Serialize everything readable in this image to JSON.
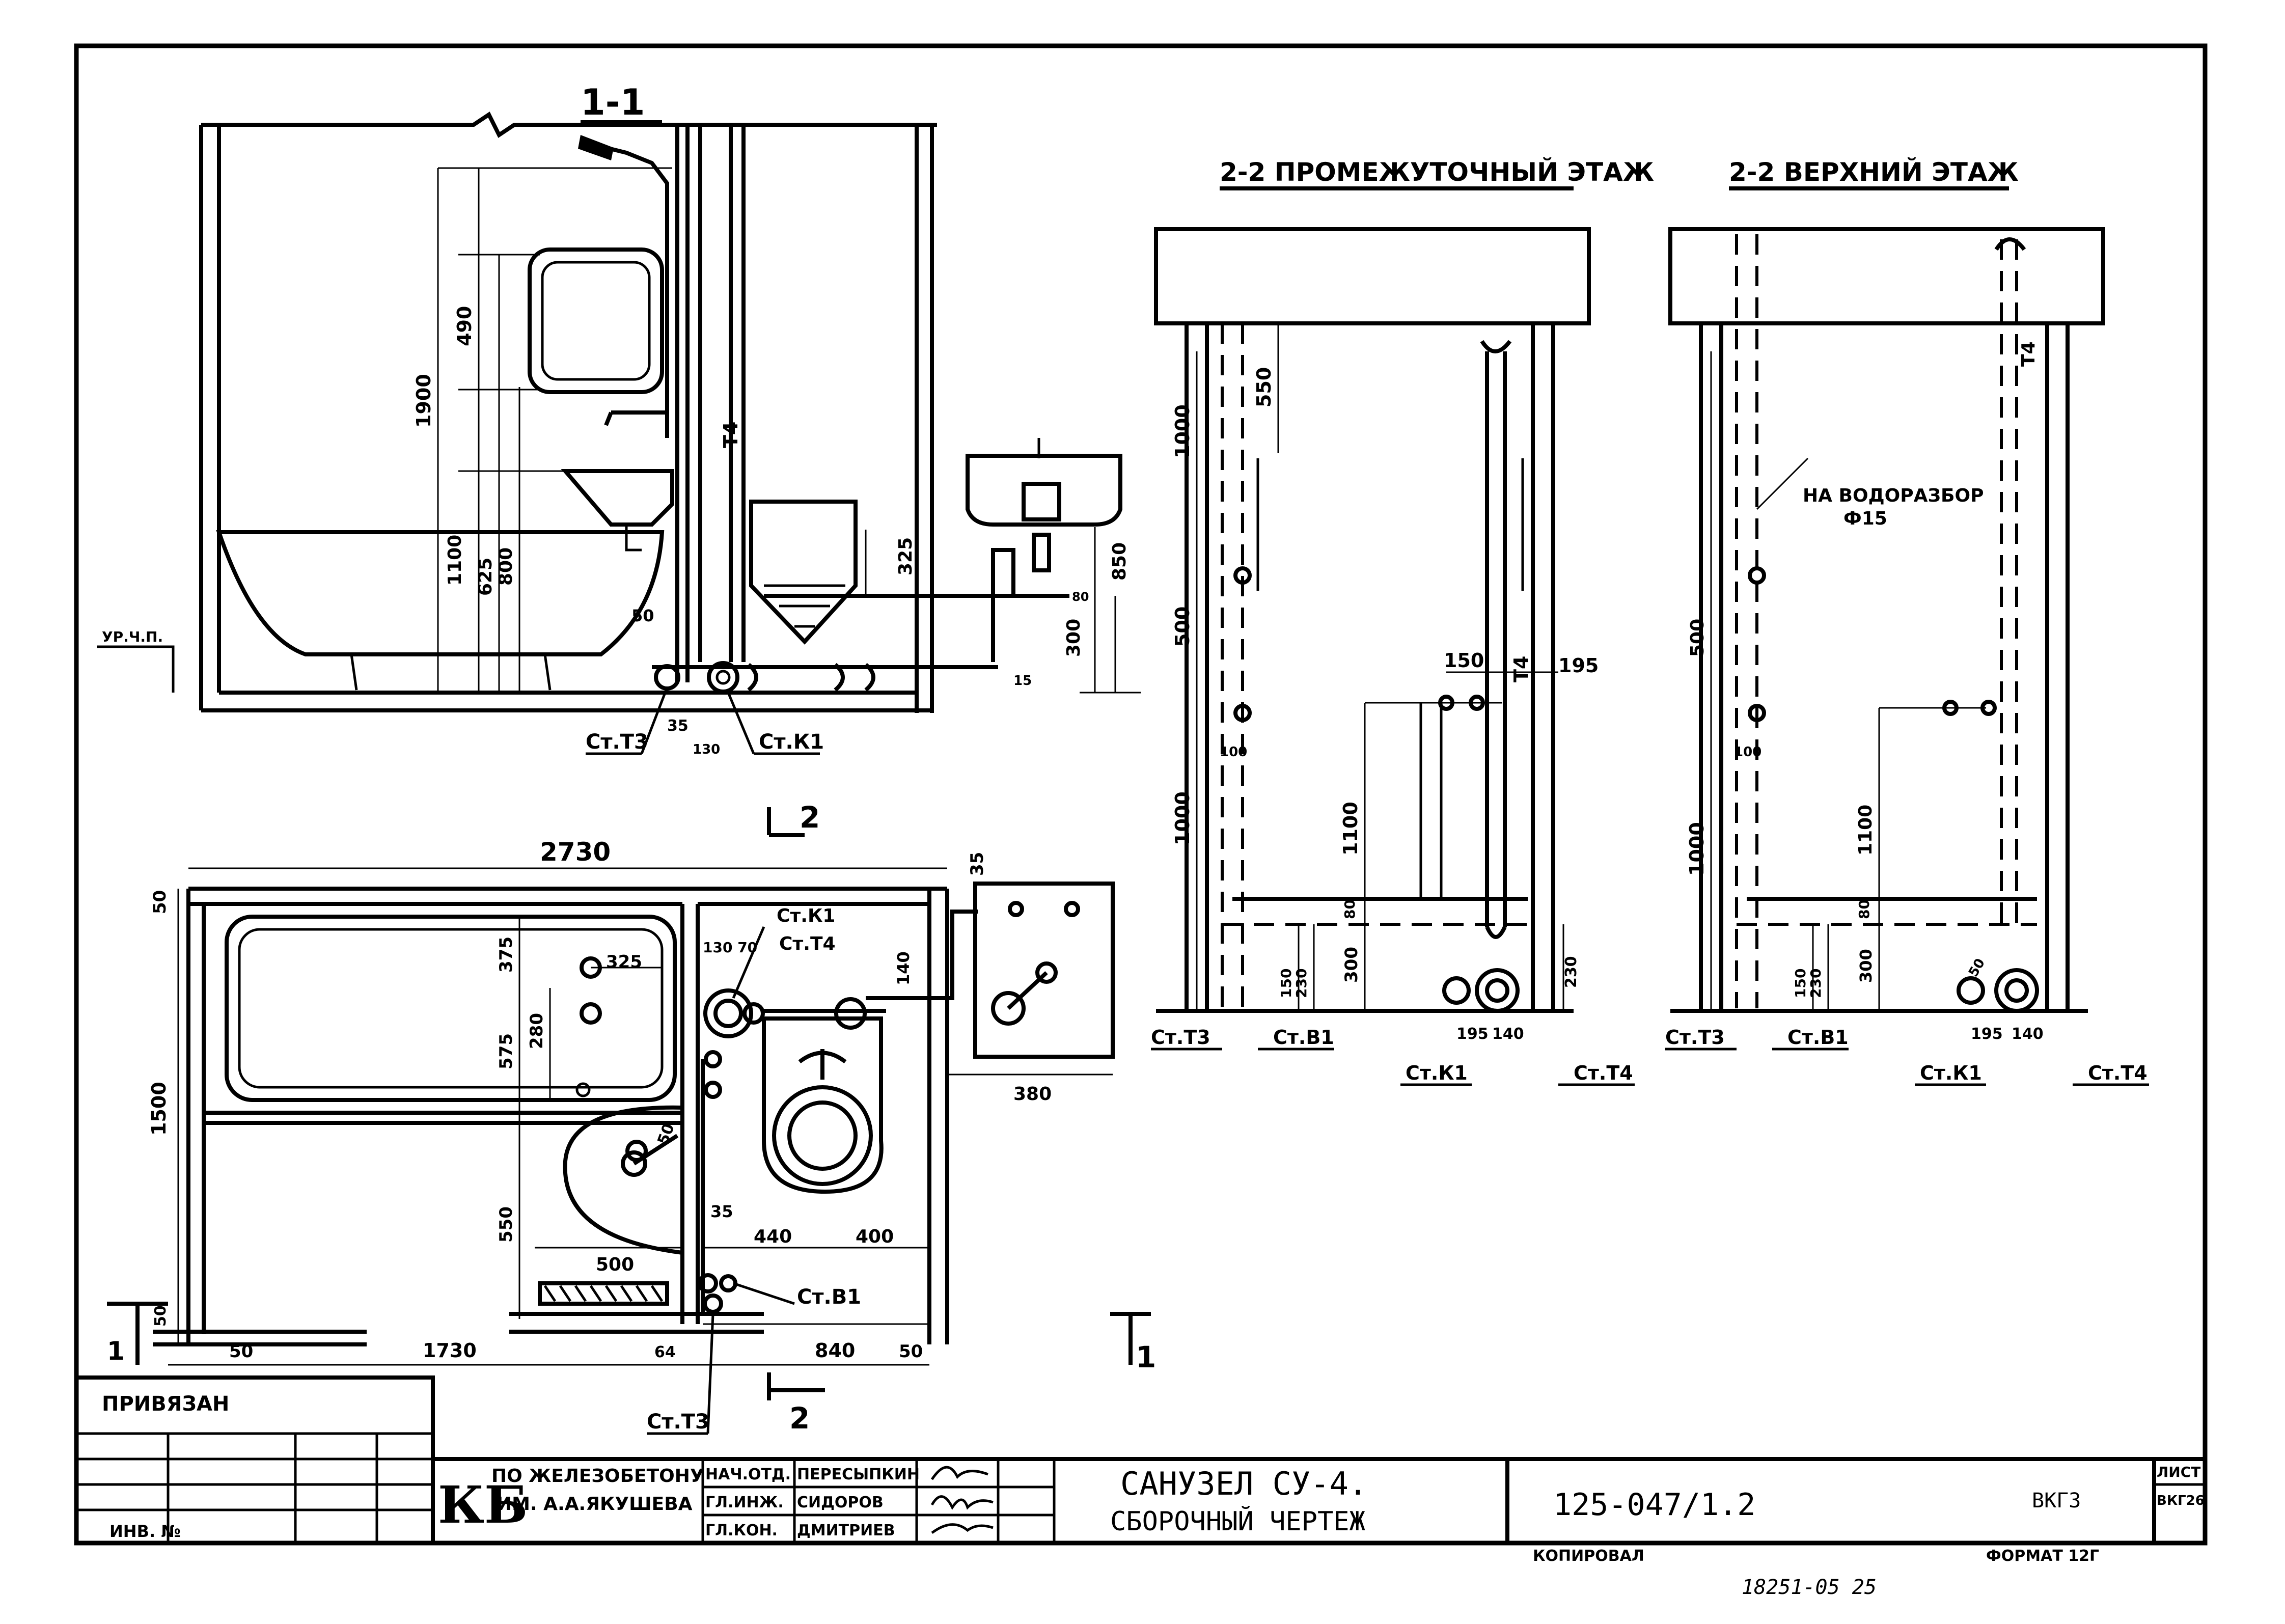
{
  "section_titles": {
    "s11": "1-1",
    "s22_mid": "2-2 ПРОМЕЖУТОЧНЫЙ ЭТАЖ",
    "s22_top": "2-2 ВЕРХНИЙ ЭТАЖ",
    "cut2_top": "2",
    "cut2_bottom": "2",
    "cut1_left": "1",
    "cut1_right": "1"
  },
  "section11": {
    "level_mark": "УР.Ч.П.",
    "dims": {
      "d1900": "1900",
      "d490": "490",
      "d1100": "1100",
      "d625": "625",
      "d800": "800",
      "d325": "325",
      "d850": "850",
      "d300": "300",
      "d50": "50",
      "d35": "35",
      "d130": "130",
      "d15": "15",
      "d80": "80"
    },
    "riser_t4": "Т4",
    "labels": {
      "ct3": "Ст.Т3",
      "ck1": "Ст.К1"
    }
  },
  "plan": {
    "dims": {
      "d2730": "2730",
      "d50a": "50",
      "d35": "35",
      "d375": "375",
      "d325": "325",
      "d575": "575",
      "d280": "280",
      "d1500": "1500",
      "d550": "550",
      "d500": "500",
      "d440": "440",
      "d400": "400",
      "d380": "380",
      "d140": "140",
      "d130_70": "130 70",
      "d35b": "35",
      "d50b": "50",
      "d1730": "1730",
      "d64": "64",
      "d840": "840",
      "d50c": "50",
      "d50d": "50",
      "d50e": "50"
    },
    "labels": {
      "ck1": "Ст.К1",
      "ct4": "Ст.Т4",
      "cb1": "Ст.В1",
      "ct3": "Ст.Т3"
    }
  },
  "section22_mid": {
    "dims": {
      "d1000a": "1000",
      "d550": "550",
      "d500": "500",
      "d1000b": "1000",
      "d150": "150",
      "d195": "195",
      "d1100": "1100",
      "d300": "300",
      "d80": "80",
      "d150b": "150",
      "d230": "230",
      "d230b": "230",
      "d195b": "195",
      "d140": "140",
      "d100": "100"
    },
    "riser_t4": "Т4",
    "labels": {
      "ct3": "Ст.Т3",
      "cb1": "Ст.В1",
      "ck1": "Ст.К1",
      "ct4": "Ст.Т4"
    }
  },
  "section22_top": {
    "dims": {
      "d500": "500",
      "d1000": "1000",
      "d1100": "1100",
      "d300": "300",
      "d80": "80",
      "d150": "150",
      "d230": "230",
      "d195": "195",
      "d140": "140",
      "d100": "100",
      "d50": "50"
    },
    "note1": "НА ВОДОРАЗБОР",
    "note2": "Ф15",
    "riser_t4": "Т4",
    "labels": {
      "ct3": "Ст.Т3",
      "cb1": "Ст.В1",
      "ck1": "Ст.К1",
      "ct4": "Ст.Т4"
    }
  },
  "title_block": {
    "privyazan": "ПРИВЯЗАН",
    "inv": "ИНВ. № ",
    "kb_logo": "КБ",
    "org_line1": "ПО ЖЕЛЕЗОБЕТОНУ",
    "org_line2": "ИМ. А.А.ЯКУШЕВА",
    "roles": [
      "НАЧ.ОТД.",
      "ГЛ.ИНЖ.",
      "ГЛ.КОН."
    ],
    "names": [
      "ПЕРЕСЫПКИН",
      "СИДОРОВ",
      "ДМИТРИЕВ"
    ],
    "drawing_title1": "САНУЗЕЛ СУ-4.",
    "drawing_title2": "СБОРОЧНЫЙ ЧЕРТЕЖ",
    "project_code": "125-047/1.2",
    "sheet_code": "ВКГ3",
    "sheet_label": "ЛИСТ",
    "sheet_no": "ВКГ26",
    "kopiroval": "КОПИРОВАЛ",
    "format": "ФОРМАТ 12Г",
    "footer_no": "18251-05   25"
  }
}
